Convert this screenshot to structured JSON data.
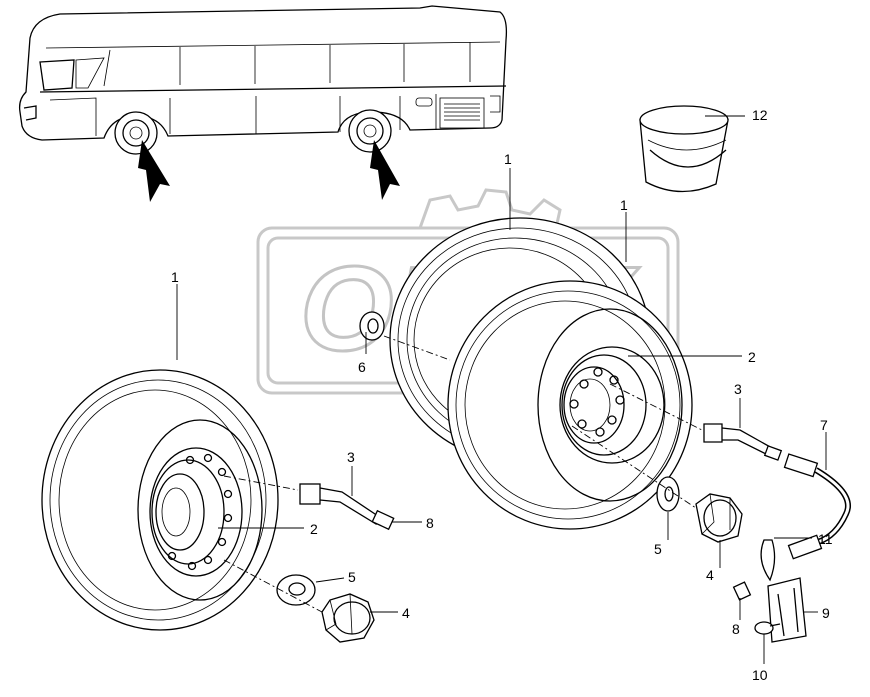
{
  "callouts": {
    "c1a": "1",
    "c1b": "1",
    "c1c": "1",
    "c2a": "2",
    "c2b": "2",
    "c3a": "3",
    "c3b": "3",
    "c4a": "4",
    "c4b": "4",
    "c5a": "5",
    "c5b": "5",
    "c6": "6",
    "c7": "7",
    "c8a": "8",
    "c8b": "8",
    "c9": "9",
    "c10": "10",
    "c11": "11",
    "c12": "12"
  },
  "watermark": {
    "text": "OPEX"
  }
}
